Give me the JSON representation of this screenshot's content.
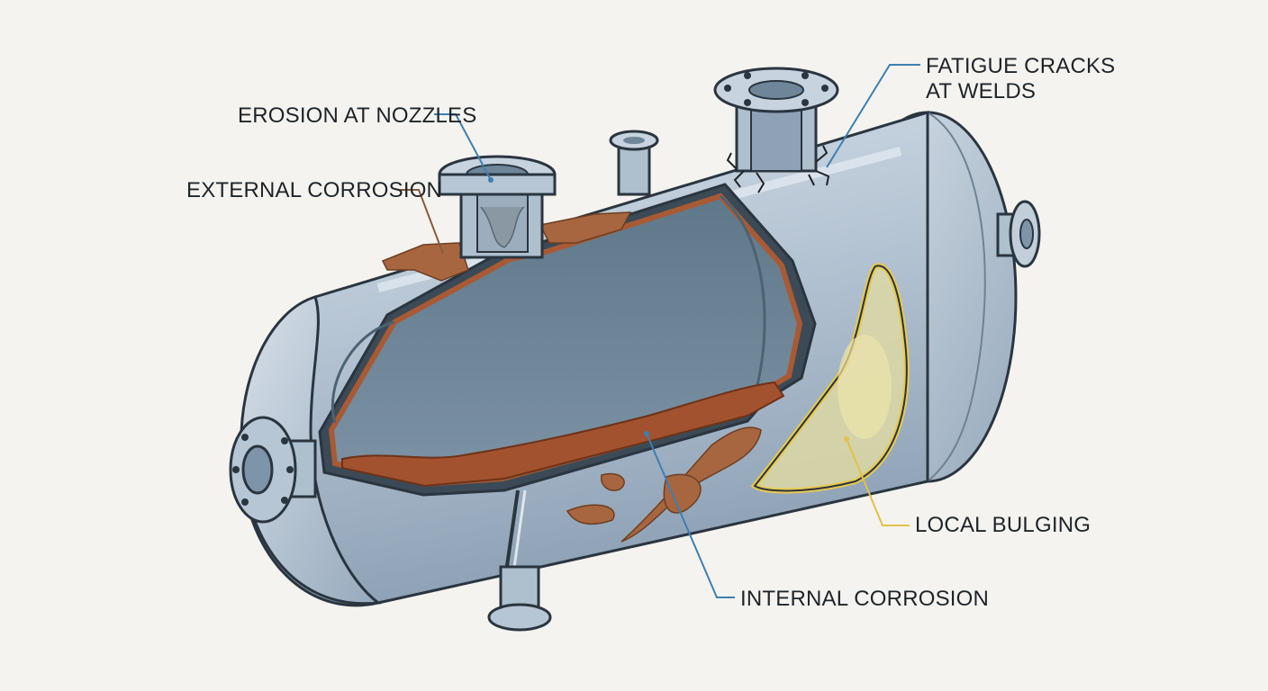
{
  "callouts": {
    "erosion": {
      "text": "EROSION AT NOZZLES",
      "leader_color": "#3f7fb0"
    },
    "external": {
      "text": "EXTERNAL CORROSION",
      "leader_color": "#8a5a3c"
    },
    "fatigue": {
      "lines": [
        "FATIGUE CRACKS",
        "AT WELDS"
      ],
      "leader_color": "#3f7fb0"
    },
    "bulging": {
      "text": "LOCAL BULGING",
      "leader_color": "#e2c14a"
    },
    "internal": {
      "text": "INTERNAL CORROSION",
      "leader_color": "#3f7fb0"
    }
  },
  "colors": {
    "background": "#f4f3ef",
    "steel": "#b9c7d6",
    "steel_dark": "#8fa2b6",
    "interior": "#6e8699",
    "rust": "#a85a35",
    "bulge_fill": "#ddd8a4",
    "bulge_outline": "#e9c94f",
    "outline": "#2a3540"
  }
}
